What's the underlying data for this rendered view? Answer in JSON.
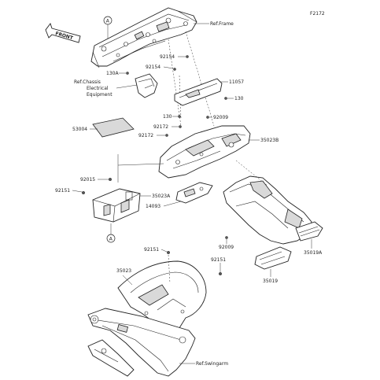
{
  "diagram_code": "F2172",
  "front_label": "FRONT",
  "ref_frame": "Ref.Frame",
  "ref_chassis": [
    "Ref.Chassis",
    "Electrical",
    "Equipment"
  ],
  "ref_swingarm": "Ref.Swingarm",
  "callout_a": "A",
  "parts": {
    "p11057": "11057",
    "p130": "130",
    "p130a": "130A",
    "p92154": "92154",
    "p92172": "92172",
    "p92009": "92009",
    "p35023b": "35023B",
    "p53004": "53004",
    "p92015": "92015",
    "p92151": "92151",
    "p35023a": "35023A",
    "p14093": "14093",
    "p35019a": "35019A",
    "p35019": "35019",
    "p35023": "35023"
  }
}
